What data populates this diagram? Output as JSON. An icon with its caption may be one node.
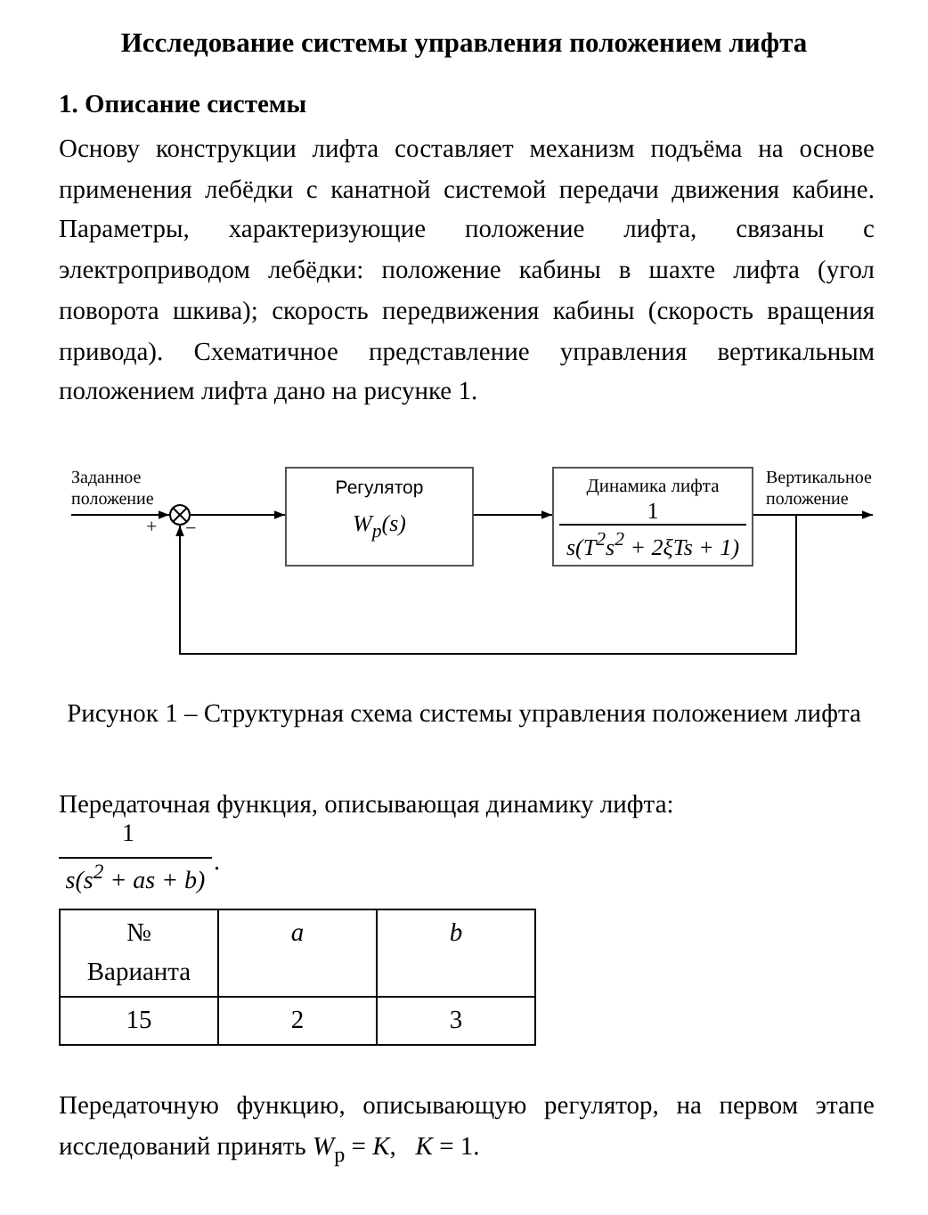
{
  "diagram": {
    "title": "Исследование системы управления положением лифта",
    "caption": "Рисунок 1 – Структурная схема системы управления положением лифта",
    "nodes": [
      {
        "text": [
          "Заданное положение"
        ]
      },
      {
        "text": [],
        "shape": "circle",
        "beside": [
          "+",
          "−"
        ]
      },
      {
        "text": [
          "Регулятор",
          "W$_{p}$(s)"
        ]
      },
      {
        "text": [
          "Динамика лифта",
          "1",
          "s(T$^{2}$s$^{2}$ + 2ξTs + 1)"
        ]
      },
      {
        "text": [
          "Вертикальное положение"
        ]
      }
    ],
    "edges": [
      {
        "from": 0,
        "to": 1,
        "arrow": "to"
      },
      {
        "from": 1,
        "to": 2,
        "arrow": "to"
      },
      {
        "from": 2,
        "to": 3,
        "arrow": "to"
      },
      {
        "from": 3,
        "to": 4,
        "arrow": "to"
      },
      {
        "from": 3,
        "to": 1,
        "arrow": "to"
      }
    ],
    "labels": [
      "1. Описание системы",
      "Основу конструкции лифта составляет механизм подъёма на основе применения лебёдки с канатной системой передачи движения кабине. Параметры, характеризующие положение лифта, связаны с электроприводом лебёдки: положение кабины в шахте лифта (угол поворота шкива); скорость передвижения кабины (скорость вращения привода). Схематичное представление управления вертикальным положением лифта дано на рисунке 1.",
      "Передаточная функция, описывающая динамику лифта:",
      "1",
      "s(s$^{2}$ + as + b)",
      ".",
      "№ Варианта",
      "a",
      "b",
      "15",
      "2",
      "3",
      "Передаточную функцию, описывающую регулятор, на первом этапе исследований принять *W*$_{p}$ = *K*,   *K* = 1."
    ]
  }
}
